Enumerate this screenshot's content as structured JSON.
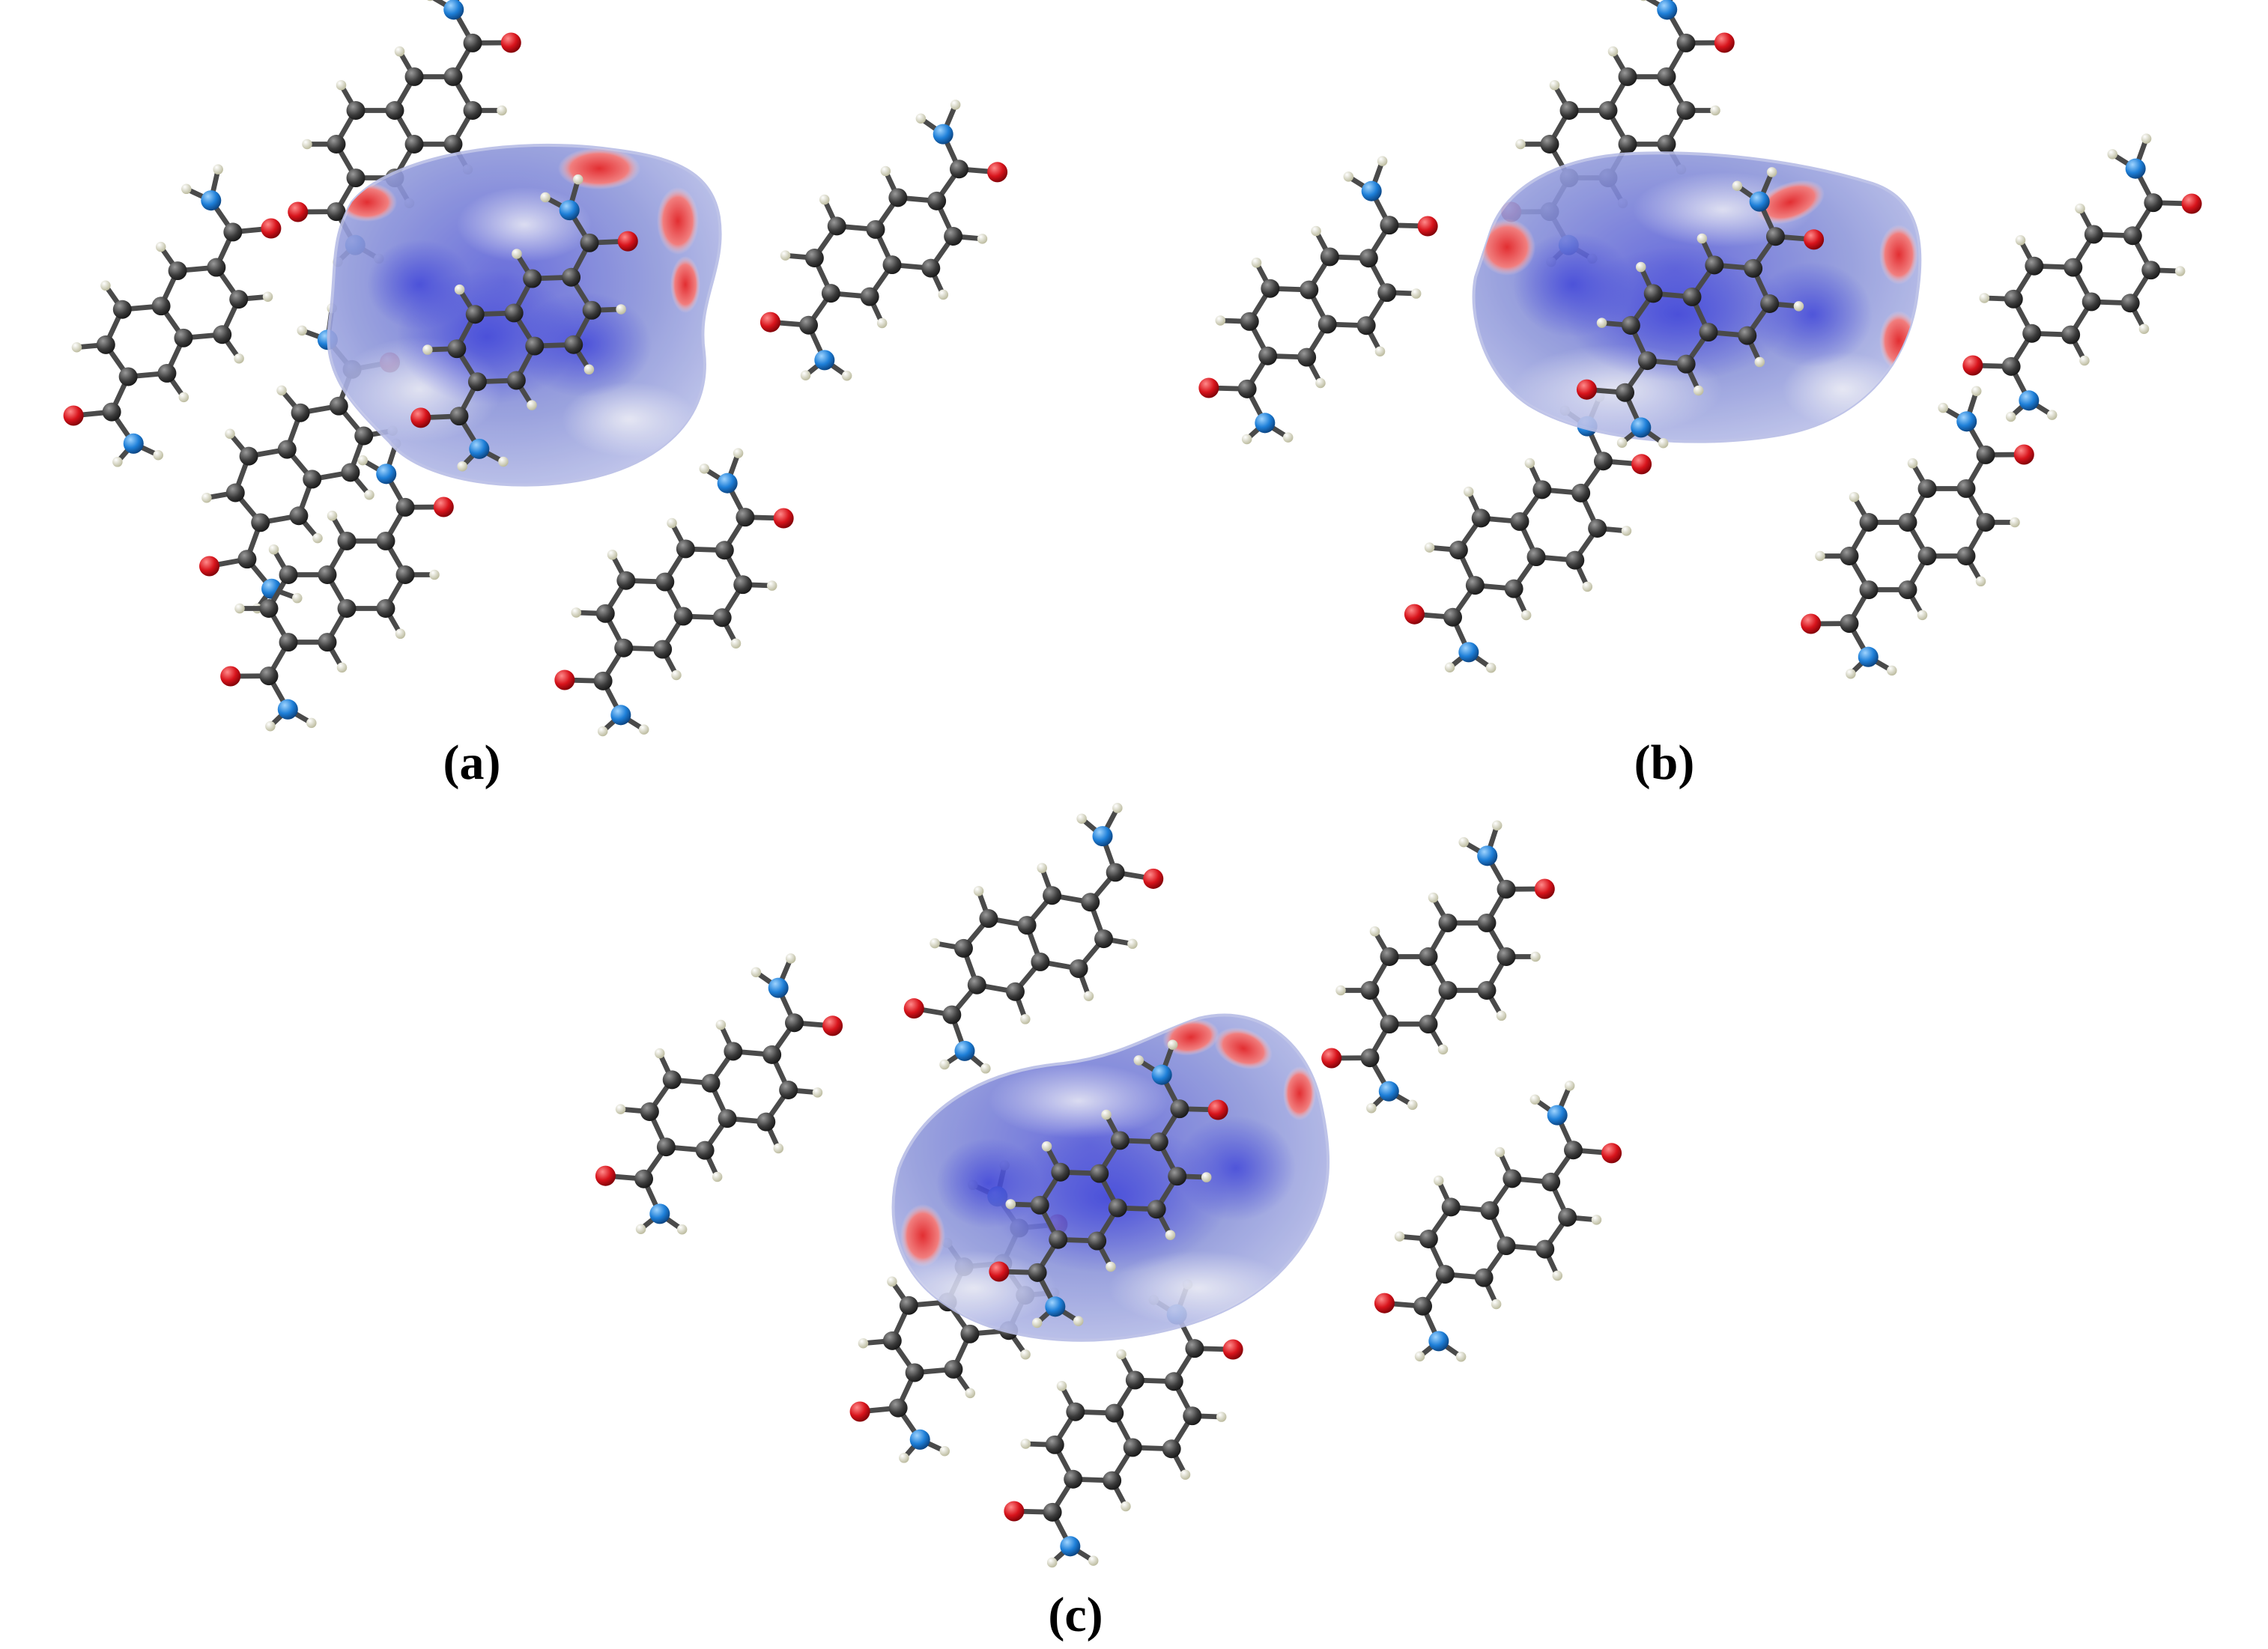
{
  "panels": [
    {
      "label": "(a)"
    },
    {
      "label": "(b)"
    },
    {
      "label": "(c)"
    }
  ],
  "atom_colors": {
    "carbon": "#3b3b3b",
    "hydrogen": "#ecebc8",
    "oxygen": "#d8141c",
    "nitrogen": "#1e7fd8",
    "bond": "#4a4a4a"
  },
  "surface_colors": {
    "base": "#7b86d6",
    "deep": "#3a3fd0",
    "contact": "#e0181c",
    "neutral": "#e8e8ef"
  }
}
